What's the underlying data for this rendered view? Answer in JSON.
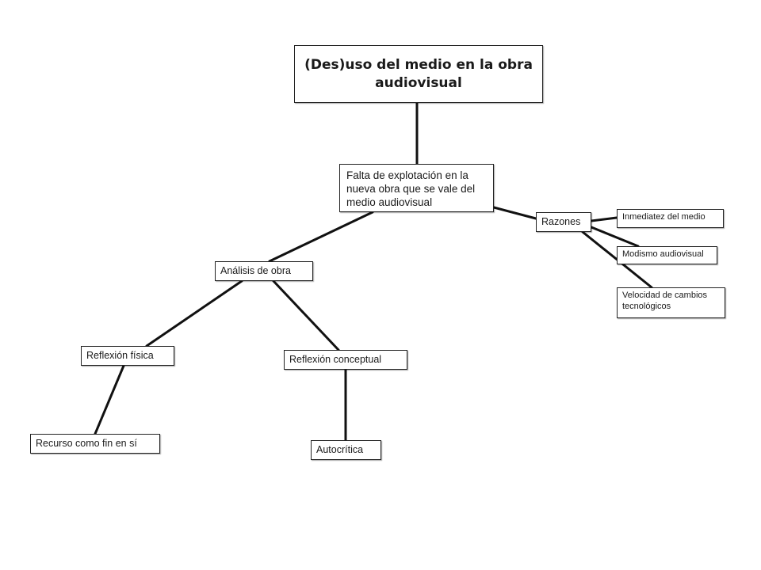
{
  "diagram": {
    "nodes": [
      {
        "id": "title",
        "lines": [
          "(Des)uso del medio en la obra",
          "audiovisual"
        ]
      },
      {
        "id": "falta",
        "lines": [
          "Falta de explotación en la",
          "nueva obra que se vale del",
          "medio audiovisual"
        ]
      },
      {
        "id": "razones",
        "lines": [
          "Razones"
        ]
      },
      {
        "id": "inmediatez",
        "lines": [
          "Inmediatez del medio"
        ]
      },
      {
        "id": "modismo",
        "lines": [
          "Modismo audiovisual"
        ]
      },
      {
        "id": "velocidad",
        "lines": [
          "Velocidad de cambios",
          "tecnológicos"
        ]
      },
      {
        "id": "analisis",
        "lines": [
          "Análisis de obra"
        ]
      },
      {
        "id": "fisica",
        "lines": [
          "Reflexión física"
        ]
      },
      {
        "id": "conceptual",
        "lines": [
          "Reflexión conceptual"
        ]
      },
      {
        "id": "recurso",
        "lines": [
          "Recurso como fin en sí"
        ]
      },
      {
        "id": "autocritica",
        "lines": [
          "Autocrítica"
        ]
      }
    ],
    "edges": [
      {
        "from": "title",
        "to": "falta"
      },
      {
        "from": "falta",
        "to": "razones"
      },
      {
        "from": "razones",
        "to": "inmediatez"
      },
      {
        "from": "razones",
        "to": "modismo"
      },
      {
        "from": "razones",
        "to": "velocidad"
      },
      {
        "from": "falta",
        "to": "analisis"
      },
      {
        "from": "analisis",
        "to": "fisica"
      },
      {
        "from": "analisis",
        "to": "conceptual"
      },
      {
        "from": "fisica",
        "to": "recurso"
      },
      {
        "from": "conceptual",
        "to": "autocritica"
      }
    ]
  }
}
